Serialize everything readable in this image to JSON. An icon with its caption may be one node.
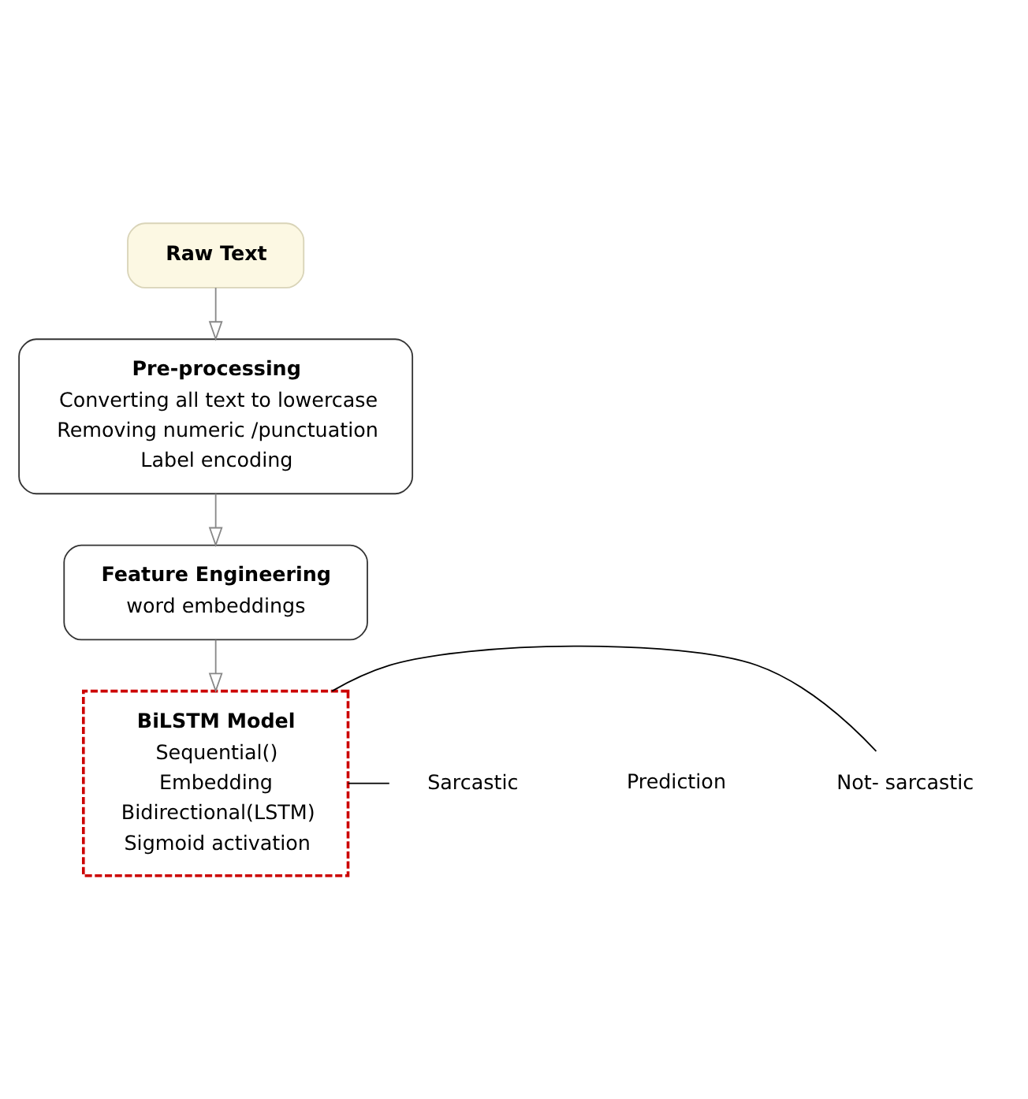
{
  "diagram": {
    "nodes": [
      {
        "text": [
          "Raw Text"
        ]
      },
      {
        "text": [
          "Pre-processing",
          "Converting all text to lowercase",
          "Removing numeric /punctuation",
          "Label encoding"
        ]
      },
      {
        "text": [
          "Feature Engineering",
          "word embeddings"
        ]
      },
      {
        "text": [
          "BiLSTM Model",
          "Sequential()",
          "Embedding",
          "Bidirectional(LSTM)",
          "Sigmoid activation"
        ]
      },
      {
        "text": [
          "Sarcastic"
        ]
      },
      {
        "text": [
          "Not- sarcastic"
        ]
      }
    ],
    "edges": [
      {
        "from": 0,
        "to": 1,
        "arrow": "to"
      },
      {
        "from": 1,
        "to": 2,
        "arrow": "to"
      },
      {
        "from": 2,
        "to": 3,
        "arrow": "to"
      },
      {
        "from": 3,
        "to": 4,
        "arrow": "none",
        "color": "#000000"
      },
      {
        "from": 3,
        "to": 5,
        "arrow": "none",
        "color": "#000000"
      }
    ],
    "labels": [
      "Prediction"
    ]
  }
}
